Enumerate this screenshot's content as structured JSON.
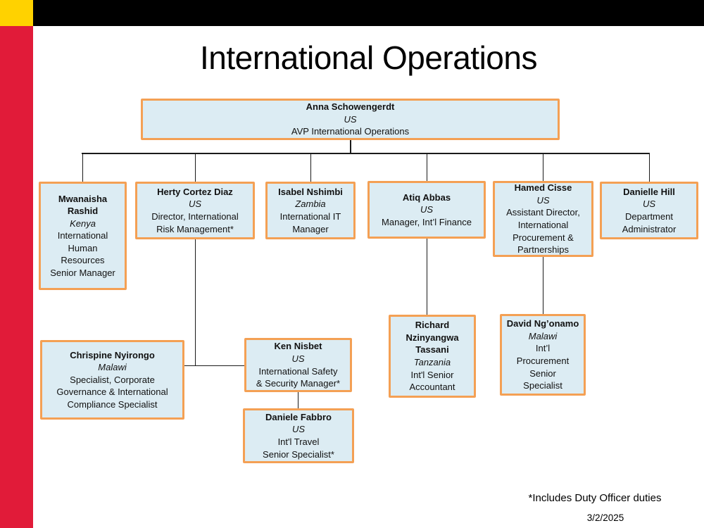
{
  "slide": {
    "title": "International Operations",
    "footnote": "*Includes Duty Officer duties",
    "date": "3/2/2025"
  },
  "colors": {
    "accent_border": "#F4A054",
    "box_fill": "#DCECF3",
    "stripe_red": "#E11B39",
    "stripe_yellow": "#FFD200",
    "top_bar": "#000000",
    "connector": "#1a1a1a"
  },
  "boxes": [
    {
      "id": "anna",
      "name": "Anna Schowengerdt",
      "country": "US",
      "title": "AVP International Operations"
    },
    {
      "id": "mwanaisha",
      "name": "Mwanaisha\nRashid",
      "country": "Kenya",
      "title": "International\nHuman\nResources\nSenior Manager"
    },
    {
      "id": "herty",
      "name": "Herty Cortez Diaz",
      "country": "US",
      "title": "Director, International\nRisk Management*"
    },
    {
      "id": "isabel",
      "name": "Isabel Nshimbi",
      "country": "Zambia",
      "title": "International IT\nManager"
    },
    {
      "id": "atiq",
      "name": "Atiq Abbas",
      "country": "US",
      "title": "Manager, Int’l Finance"
    },
    {
      "id": "hamed",
      "name": "Hamed Cisse",
      "country": "US",
      "title": "Assistant Director,\nInternational\nProcurement &\nPartnerships"
    },
    {
      "id": "danielle",
      "name": "Danielle Hill",
      "country": "US",
      "title": "Department\nAdministrator"
    },
    {
      "id": "chrispine",
      "name": "Chrispine Nyirongo",
      "country": "Malawi",
      "title": "Specialist, Corporate\nGovernance & International\nCompliance Specialist"
    },
    {
      "id": "ken",
      "name": "Ken Nisbet",
      "country": "US",
      "title": "International Safety\n& Security Manager*"
    },
    {
      "id": "daniele",
      "name": "Daniele Fabbro",
      "country": "US",
      "title": "Int'l Travel\nSenior Specialist*"
    },
    {
      "id": "richard",
      "name": "Richard\nNzinyangwa\nTassani",
      "country": "Tanzania",
      "title": "Int'l Senior\nAccountant"
    },
    {
      "id": "david",
      "name": "David Ng’onamo",
      "country": "Malawi",
      "title": "Int’l\nProcurement\nSenior\nSpecialist"
    }
  ]
}
